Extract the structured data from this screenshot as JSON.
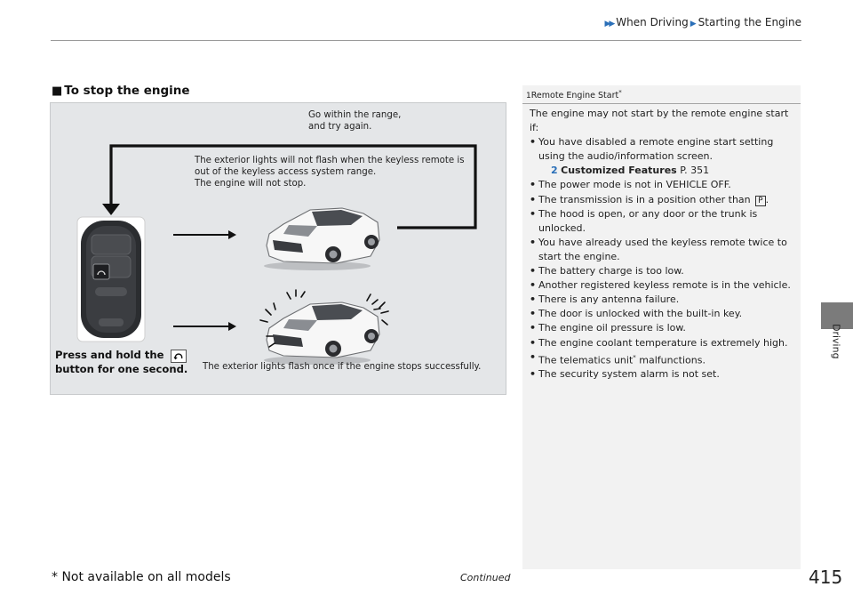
{
  "header": {
    "crumb1": "When Driving",
    "crumb2": "Starting the Engine"
  },
  "section": {
    "marker": "■",
    "title": "To stop the engine"
  },
  "figure": {
    "go_within": [
      "Go within the range,",
      "and try again."
    ],
    "no_flash": [
      "The exterior lights will not flash when the keyless remote is",
      "out of the keyless access system range.",
      "The engine will not stop."
    ],
    "press": [
      "Press and hold the",
      "button for one second."
    ],
    "flash_once": "The exterior lights flash once if the engine stops successfully."
  },
  "side": {
    "ref_marker": "1",
    "title": "Remote Engine Start",
    "title_sup": "*",
    "intro": [
      "The engine may not start by the remote engine start",
      "if:"
    ],
    "bullet1": [
      "You have disabled a remote engine start setting",
      "using the audio/information screen."
    ],
    "xref_arrow": "2",
    "xref_label": "Customized Features",
    "xref_page": "P. 351",
    "bullet2": "The power mode is not in VEHICLE OFF.",
    "bullet3_pre": "The transmission is in a position other than",
    "bullet3_box": "P",
    "bullet3_post": ".",
    "bullet4": [
      "The hood is open, or any door or the trunk is",
      "unlocked."
    ],
    "bullet5": [
      "You have already used the keyless remote twice to",
      "start the engine."
    ],
    "bullet6": "The battery charge is too low.",
    "bullet7": "Another registered keyless remote is in the vehicle.",
    "bullet8": "There is any antenna failure.",
    "bullet9": "The door is unlocked with the built-in key.",
    "bullet10": "The engine oil pressure is low.",
    "bullet11": "The engine coolant temperature is extremely high.",
    "bullet12_pre": "The telematics unit",
    "bullet12_sup": "*",
    "bullet12_post": " malfunctions.",
    "bullet13": "The security system alarm is not set."
  },
  "tab": {
    "label": "Driving"
  },
  "footer": {
    "footnote": "* Not available on all models",
    "continued": "Continued",
    "page": "415"
  },
  "colors": {
    "accent_blue": "#2a6fb8",
    "figure_bg": "#e4e6e8",
    "side_panel_bg": "#f2f2f2",
    "tab_gray": "#7b7b7b"
  }
}
